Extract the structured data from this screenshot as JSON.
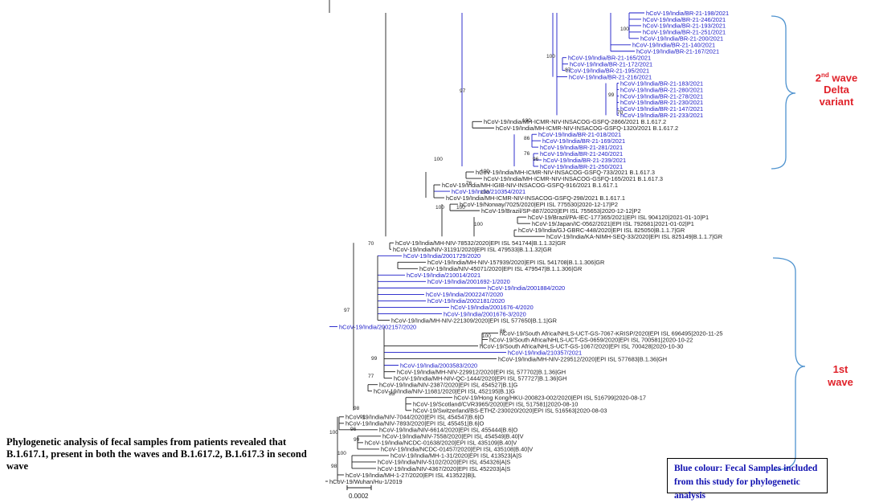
{
  "tree": {
    "root": "hCoV-19/Wuhan/Hu-1/2019",
    "scale_bar": "0.0002",
    "colors": {
      "study_sample": "#1a1ac8",
      "reference": "#1e1e1e",
      "wave_label": "#e0222a",
      "bracket": "#4f93cf"
    },
    "groups": [
      {
        "second_wave_delta": [
          "hCoV-19/India/BR-21-198/2021",
          "hCoV-19/India/BR-21-246/2021",
          "hCoV-19/India/BR-21-193/2021",
          "hCoV-19/India/BR-21-251/2021",
          "hCoV-19/India/BR-21-200/2021",
          "hCoV-19/India/BR-21-140/2021",
          "hCoV-19/India/BR-21-167/2021",
          "hCoV-19/India/BR-21-165/2021",
          "hCoV-19/India/BR-21-172/2021",
          "hCoV-19/India/BR-21-195/2021",
          "hCoV-19/India/BR-21-216/2021",
          "hCoV-19/India/BR-21-183/2021",
          "hCoV-19/India/BR-21-280/2021",
          "hCoV-19/India/BR-21-278/2021",
          "hCoV-19/India/BR-21-230/2021",
          "hCoV-19/India/BR-21-147/2021",
          "hCoV-19/India/BR-21-233/2021"
        ]
      }
    ],
    "leaves": [
      {
        "label": "hCoV-19/India/BR-21-198/2021",
        "blue": true
      },
      {
        "label": "hCoV-19/India/BR-21-246/2021",
        "blue": true
      },
      {
        "label": "hCoV-19/India/BR-21-193/2021",
        "blue": true
      },
      {
        "label": "hCoV-19/India/BR-21-251/2021",
        "blue": true
      },
      {
        "label": "hCoV-19/India/BR-21-200/2021",
        "blue": true
      },
      {
        "label": "hCoV-19/India/BR-21-140/2021",
        "blue": true
      },
      {
        "label": "hCoV-19/India/BR-21-167/2021",
        "blue": true
      },
      {
        "label": "hCoV-19/India/BR-21-165/2021",
        "blue": true
      },
      {
        "label": "hCoV-19/India/BR-21-172/2021",
        "blue": true
      },
      {
        "label": "hCoV-19/India/BR-21-195/2021",
        "blue": true
      },
      {
        "label": "hCoV-19/India/BR-21-216/2021",
        "blue": true
      },
      {
        "label": "hCoV-19/India/BR-21-183/2021",
        "blue": true
      },
      {
        "label": "hCoV-19/India/BR-21-280/2021",
        "blue": true
      },
      {
        "label": "hCoV-19/India/BR-21-278/2021",
        "blue": true
      },
      {
        "label": "hCoV-19/India/BR-21-230/2021",
        "blue": true
      },
      {
        "label": "hCoV-19/India/BR-21-147/2021",
        "blue": true
      },
      {
        "label": "hCoV-19/India/BR-21-233/2021",
        "blue": true
      },
      {
        "label": "hCoV-19/India/MH-ICMR-NIV-INSACOG-GSFQ-2866/2021 B.1.617.2",
        "blue": false
      },
      {
        "label": "hCoV-19/India/MH-ICMR-NIV-INSACOG-GSFQ-1320/2021 B.1.617.2",
        "blue": false
      },
      {
        "label": "hCoV-19/India/BR-21-018/2021",
        "blue": true
      },
      {
        "label": "hCoV-19/India/BR-21-169/2021",
        "blue": true
      },
      {
        "label": "hCoV-19/India/BR-21-281/2021",
        "blue": true
      },
      {
        "label": "hCoV-19/India/BR-21-240/2021",
        "blue": true
      },
      {
        "label": "hCoV-19/India/BR-21-239/2021",
        "blue": true
      },
      {
        "label": "hCoV-19/India/BR-21-250/2021",
        "blue": true
      },
      {
        "label": "hCoV-19/India/MH-ICMR-NIV-INSACOG-GSFQ-733/2021 B.1.617.3",
        "blue": false
      },
      {
        "label": "hCoV-19/India/MH-ICMR-NIV-INSACOG-GSFQ-165/2021 B.1.617.3",
        "blue": false
      },
      {
        "label": "hCoV-19/India/MH-IGIB-NIV-INSACOG-GSFQ-916/2021 B.1.617.1",
        "blue": false
      },
      {
        "label": "hCoV-19/India/210354/2021",
        "blue": true
      },
      {
        "label": "hCoV-19/India/MH-ICMR-NIV-INSACOG-GSFQ-298/2021 B.1.617.1",
        "blue": false
      },
      {
        "label": "hCoV-19/Norway/7025/2020|EPI ISL 775530|2020-12-17|P2",
        "blue": false
      },
      {
        "label": "hCoV-19/Brazil/SP-887/2020|EPI ISL 755653|2020-12-12|P2",
        "blue": false
      },
      {
        "label": "hCoV-19/Brazil/PA-IEC-177365/2021|EPI ISL 904120|2021-01-10|P1",
        "blue": false
      },
      {
        "label": "hCoV-19/Japan/IC-0562/2021|EPI ISL 792681|2021-01-02|P1",
        "blue": false
      },
      {
        "label": "hCoV-19/India/GJ-GBRC-448/2020|EPI ISL 825050|B.1.1.7|GR",
        "blue": false
      },
      {
        "label": "hCoV-19/India/KA-NIMH-SEQ-33/2020|EPI ISL 825149|B.1.1.7|GR",
        "blue": false
      },
      {
        "label": "hCoV-19/India/MH-NIV-78532/2020|EPI ISL 541744|B.1.1.32|GR",
        "blue": false
      },
      {
        "label": "hCoV-19/India/NIV-31191/2020|EPI ISL 479533|B.1.1.32|GR",
        "blue": false
      },
      {
        "label": "hCoV-19/India/2001729/2020",
        "blue": true
      },
      {
        "label": "hCoV-19/India/MH-NIV-157939/2020|EPI ISL 541708|B.1.1.306|GR",
        "blue": false
      },
      {
        "label": "hCoV-19/India/NIV-45071/2020|EPI ISL 479547|B.1.1.306|GR",
        "blue": false
      },
      {
        "label": "hCoV-19/India/210014/2021",
        "blue": true
      },
      {
        "label": "hCoV-19/India/2001692-1/2020",
        "blue": true
      },
      {
        "label": "hCoV-19/India/2001884/2020",
        "blue": true
      },
      {
        "label": "hCoV-19/India/2002247/2020",
        "blue": true
      },
      {
        "label": "hCoV-19/India/2002181/2020",
        "blue": true
      },
      {
        "label": "hCoV-19/India/2001676-4/2020",
        "blue": true
      },
      {
        "label": "hCoV-19/India/2001676-3/2020",
        "blue": true
      },
      {
        "label": "hCoV-19/India/MH-NIV-221309/2020|EPI ISL 577650|B.1.1|GR",
        "blue": false
      },
      {
        "label": "hCoV-19/India/2002157/2020",
        "blue": true
      },
      {
        "label": "hCoV-19/South Africa/NHLS-UCT-GS-7067-KRISP/2020|EPI ISL 696495|2020-11-25",
        "blue": false
      },
      {
        "label": "hCoV-19/South Africa/NHLS-UCT-GS-0659/2020|EPI ISL 700581|2020-10-22",
        "blue": false
      },
      {
        "label": "hCoV-19/South Africa/NHLS-UCT-GS-1067/2020|EPI ISL 700428|2020-10-30",
        "blue": false
      },
      {
        "label": "hCoV-19/India/210357/2021",
        "blue": true
      },
      {
        "label": "hCoV-19/India/MH-NIV-229512/2020|EPI ISL 577683|B.1.36|GH",
        "blue": false
      },
      {
        "label": "hCoV-19/India/2003583/2020",
        "blue": true
      },
      {
        "label": "hCoV-19/India/MH-NIV-229912/2020|EPI ISL 577702|B.1.36|GH",
        "blue": false
      },
      {
        "label": "hCoV-19/India/MH-NIV-QC-1444/2020|EPI ISL 577727|B.1.36|GH",
        "blue": false
      },
      {
        "label": "hCoV-19/India/NIV-2387/2020|EPI ISL 454527|B.1|G",
        "blue": false
      },
      {
        "label": "hCoV-19/India/NIV-11681/2020|EPI ISL 452195|B.1|G",
        "blue": false
      },
      {
        "label": "hCoV-19/Hong Kong/HKU-200823-002/2020|EPI ISL 516799|2020-08-17",
        "blue": false
      },
      {
        "label": "hCoV-19/Scotland/CVR3965/2020|EPI ISL 517581|2020-08-10",
        "blue": false
      },
      {
        "label": "hCoV-19/Switzerland/BS-ETHZ-230020/2020|EPI ISL 516563|2020-08-03",
        "blue": false
      },
      {
        "label": "hCoV-19/India/NIV-7044/2020|EPI ISL 454547|B.6|O",
        "blue": false
      },
      {
        "label": "hCoV-19/India/NIV-7893/2020|EPI ISL 455451|B.6|O",
        "blue": false
      },
      {
        "label": "hCoV-19/India/NIV-6614/2020|EPI ISL 455444|B.6|O",
        "blue": false
      },
      {
        "label": "hCoV-19/India/NIV-7558/2020|EPI ISL 454549|B.40|V",
        "blue": false
      },
      {
        "label": "hCoV-19/India/NCDC-01638/2020|EPI ISL 435109|B.40|V",
        "blue": false
      },
      {
        "label": "hCoV-19/India/NCDC-01457/2020|EPI ISL 435108|B.40|V",
        "blue": false
      },
      {
        "label": "hCoV-19/India/MH-1-31/2020|EPI ISL 413523|A|S",
        "blue": false
      },
      {
        "label": "hCoV-19/India/NIV-5102/2020|EPI ISL 454326|A|S",
        "blue": false
      },
      {
        "label": "hCoV-19/India/NIV-4367/2020|EPI ISL 452203|A|S",
        "blue": false
      },
      {
        "label": "hCoV-19/India/MH-1-27/2020|EPI ISL 413522|B|L",
        "blue": false
      },
      {
        "label": "hCoV-19/Wuhan/Hu-1/2019",
        "blue": false
      }
    ],
    "bootstrap": [
      "100",
      "100",
      "87",
      "99",
      "70",
      "97",
      "100",
      "86",
      "76",
      "96",
      "100",
      "100",
      "100",
      "76",
      "100",
      "100",
      "100",
      "70",
      "97",
      "86",
      "100",
      "99",
      "77",
      "83",
      "98",
      "91",
      "96",
      "100",
      "99",
      "100",
      "98"
    ]
  },
  "annotations": {
    "wave2_line1": "2",
    "wave2_sup": "nd",
    "wave2_line1_rest": " wave",
    "wave2_line2": "Delta",
    "wave2_line3": "variant",
    "wave1_line1": "1st",
    "wave1_line2": "wave"
  },
  "caption": "Phylogenetic analysis of fecal samples from patients revealed that B.1.617.1, present in both the waves and B.1.617.2, B.1.617.3 in second wave",
  "legend_note": "Blue colour: Fecal Samples included from this study for phylogenetic analysis"
}
